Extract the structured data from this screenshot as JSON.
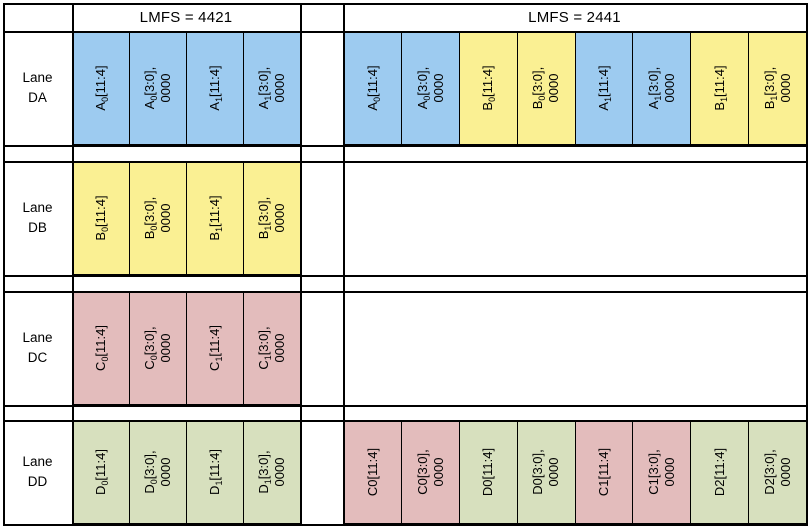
{
  "figure": {
    "title_left": "LMFS = 4421",
    "title_right": "LMFS = 2441"
  },
  "colors": {
    "blue": "#9DCBF0",
    "yellow": "#FAF093",
    "pink": "#E3BCBC",
    "green": "#D7E0BE",
    "border": "#000000",
    "background": "#FFFFFF"
  },
  "lanes": [
    {
      "line1": "Lane",
      "line2": "DA"
    },
    {
      "line1": "Lane",
      "line2": "DB"
    },
    {
      "line1": "Lane",
      "line2": "DC"
    },
    {
      "line1": "Lane",
      "line2": "DD"
    }
  ],
  "left_panel": {
    "title": "LMFS = 4421",
    "rows": [
      {
        "lane": "Lane DA",
        "cells": [
          {
            "base": "A",
            "sub": "0",
            "rest": "[11:4]",
            "second": "",
            "color": "blue"
          },
          {
            "base": "A",
            "sub": "0",
            "rest": "[3:0],",
            "second": "0000",
            "color": "blue"
          },
          {
            "base": "A",
            "sub": "1",
            "rest": "[11:4]",
            "second": "",
            "color": "blue"
          },
          {
            "base": "A",
            "sub": "1",
            "rest": "[3:0],",
            "second": "0000",
            "color": "blue"
          }
        ]
      },
      {
        "lane": "Lane DB",
        "cells": [
          {
            "base": "B",
            "sub": "0",
            "rest": "[11:4]",
            "second": "",
            "color": "yellow"
          },
          {
            "base": "B",
            "sub": "0",
            "rest": "[3:0],",
            "second": "0000",
            "color": "yellow"
          },
          {
            "base": "B",
            "sub": "1",
            "rest": "[11:4]",
            "second": "",
            "color": "yellow"
          },
          {
            "base": "B",
            "sub": "1",
            "rest": "[3:0],",
            "second": "0000",
            "color": "yellow"
          }
        ]
      },
      {
        "lane": "Lane DC",
        "cells": [
          {
            "base": "C",
            "sub": "0",
            "rest": "[11:4]",
            "second": "",
            "color": "pink"
          },
          {
            "base": "C",
            "sub": "0",
            "rest": "[3:0],",
            "second": "0000",
            "color": "pink"
          },
          {
            "base": "C",
            "sub": "1",
            "rest": "[11:4]",
            "second": "",
            "color": "pink"
          },
          {
            "base": "C",
            "sub": "1",
            "rest": "[3:0],",
            "second": "0000",
            "color": "pink"
          }
        ]
      },
      {
        "lane": "Lane DD",
        "cells": [
          {
            "base": "D",
            "sub": "0",
            "rest": "[11:4]",
            "second": "",
            "color": "green"
          },
          {
            "base": "D",
            "sub": "0",
            "rest": "[3:0],",
            "second": "0000",
            "color": "green"
          },
          {
            "base": "D",
            "sub": "1",
            "rest": "[11:4]",
            "second": "",
            "color": "green"
          },
          {
            "base": "D",
            "sub": "1",
            "rest": "[3:0],",
            "second": "0000",
            "color": "green"
          }
        ]
      }
    ]
  },
  "right_panel": {
    "title": "LMFS = 2441",
    "rows": [
      {
        "lane": "Lane DA",
        "cells": [
          {
            "base": "A",
            "sub": "0",
            "rest": "[11:4]",
            "second": "",
            "color": "blue"
          },
          {
            "base": "A",
            "sub": "0",
            "rest": "[3:0],",
            "second": "0000",
            "color": "blue"
          },
          {
            "base": "B",
            "sub": "0",
            "rest": "[11:4]",
            "second": "",
            "color": "yellow"
          },
          {
            "base": "B",
            "sub": "0",
            "rest": "[3:0],",
            "second": "0000",
            "color": "yellow"
          },
          {
            "base": "A",
            "sub": "1",
            "rest": "[11:4]",
            "second": "",
            "color": "blue"
          },
          {
            "base": "A",
            "sub": "1",
            "rest": "[3:0],",
            "second": "0000",
            "color": "blue"
          },
          {
            "base": "B",
            "sub": "1",
            "rest": "[11:4]",
            "second": "",
            "color": "yellow"
          },
          {
            "base": "B",
            "sub": "1",
            "rest": "[3:0],",
            "second": "0000",
            "color": "yellow"
          }
        ]
      },
      {
        "lane": "Lane DB",
        "cells": []
      },
      {
        "lane": "Lane DC",
        "cells": []
      },
      {
        "lane": "Lane DD",
        "cells": [
          {
            "base": "C0",
            "sub": "",
            "rest": "[11:4]",
            "second": "",
            "color": "pink"
          },
          {
            "base": "C0",
            "sub": "",
            "rest": "[3:0],",
            "second": "0000",
            "color": "pink"
          },
          {
            "base": "D0",
            "sub": "",
            "rest": "[11:4]",
            "second": "",
            "color": "green"
          },
          {
            "base": "D0",
            "sub": "",
            "rest": "[3:0],",
            "second": "0000",
            "color": "green"
          },
          {
            "base": "C1",
            "sub": "",
            "rest": "[11:4]",
            "second": "",
            "color": "pink"
          },
          {
            "base": "C1",
            "sub": "",
            "rest": "[3:0],",
            "second": "0000",
            "color": "pink"
          },
          {
            "base": "D2",
            "sub": "",
            "rest": "[11:4]",
            "second": "",
            "color": "green"
          },
          {
            "base": "D2",
            "sub": "",
            "rest": "[3:0],",
            "second": "0000",
            "color": "green"
          }
        ]
      }
    ]
  }
}
